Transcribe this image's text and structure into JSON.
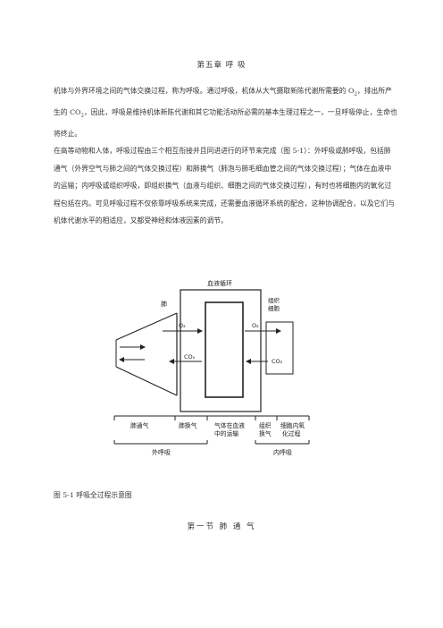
{
  "chapter_title": "第五章 呼 吸",
  "paragraph1": {
    "before_o2": "机体与外界环境之间的气体交换过程，称为呼吸。通过呼吸，机体从大气摄取新陈代谢所需要的 O",
    "o2_sub": "2",
    "middle": "，排出所产生的 CO",
    "co2_sub": "2",
    "after": "，因此，呼吸是维持机体新陈代谢和其它功能活动所必需的基本生理过程之一，一旦呼吸停止，生命也将终止。"
  },
  "paragraph2": "在高等动物和人体，呼吸过程由三个相互衔接并且同进进行的环节来完成（图 5-1）：外呼吸或肺呼吸，包括肺通气（外界空气与肺之间的气体交换过程）和肺换气（肺泡与肺毛细血管之间的气体交换过程）；气体在血液中的运输；内呼吸或组织呼吸，即组织换气（血液与组织、细胞之间的气体交换过程），有时也将细胞内的氧化过程包括在内。可见呼吸过程不仅依靠呼吸系统来完成，还需要血液循环系统的配合，这种协调配合，以及它们与机体代谢水平的相适应，又都受神经和体液因素的调节。",
  "figure": {
    "circulation_label": "血液循环",
    "lung_label": "肺",
    "tissue_label_line1": "组织",
    "tissue_label_line2": "细胞",
    "o2_left": "O₂",
    "co2_left": "CO₂",
    "o2_right": "O₂",
    "co2_right": "CO₂",
    "stage_ventilation": "肺通气",
    "stage_lung_exchange": "肺换气",
    "stage_transport_line1": "气体在血液",
    "stage_transport_line2": "中的运输",
    "stage_tissue_exchange_line1": "组织",
    "stage_tissue_exchange_line2": "换气",
    "stage_cell_oxidation_line1": "细胞内氧",
    "stage_cell_oxidation_line2": "化过程",
    "external_respiration": "外呼吸",
    "internal_respiration": "内呼吸"
  },
  "caption": "图 5-1 呼吸全过程示意图",
  "section_title": "第一节 肺 通 气"
}
